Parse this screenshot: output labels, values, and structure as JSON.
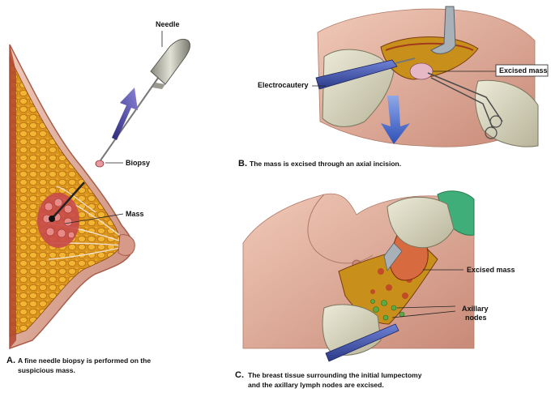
{
  "panel_a": {
    "labels": {
      "needle": "Needle",
      "biopsy": "Biopsy",
      "mass": "Mass"
    },
    "caption": {
      "letter": "A.",
      "line1": "A fine needle biopsy is performed on the",
      "line2": "suspicious mass."
    }
  },
  "panel_b": {
    "labels": {
      "electrocautery": "Electrocautery",
      "excised_mass": "Excised mass"
    },
    "caption": {
      "letter": "B.",
      "line1": "The mass is excised through an axial incision."
    }
  },
  "panel_c": {
    "labels": {
      "excised_mass": "Excised mass",
      "axillary": "Axillary",
      "nodes": "nodes"
    },
    "caption": {
      "letter": "C.",
      "line1": "The breast tissue surrounding the initial lumpectomy",
      "line2": "and the axillary lymph nodes are excised."
    }
  },
  "colors": {
    "skin": "#e3b3a0",
    "skin_shadow": "#c98a78",
    "fat": "#e0a11e",
    "tissue_red": "#c0392b",
    "instrument_blue": "#3b4fa8",
    "arrow_purple": "#4a3f9c",
    "glove": "#dcd8c4"
  }
}
